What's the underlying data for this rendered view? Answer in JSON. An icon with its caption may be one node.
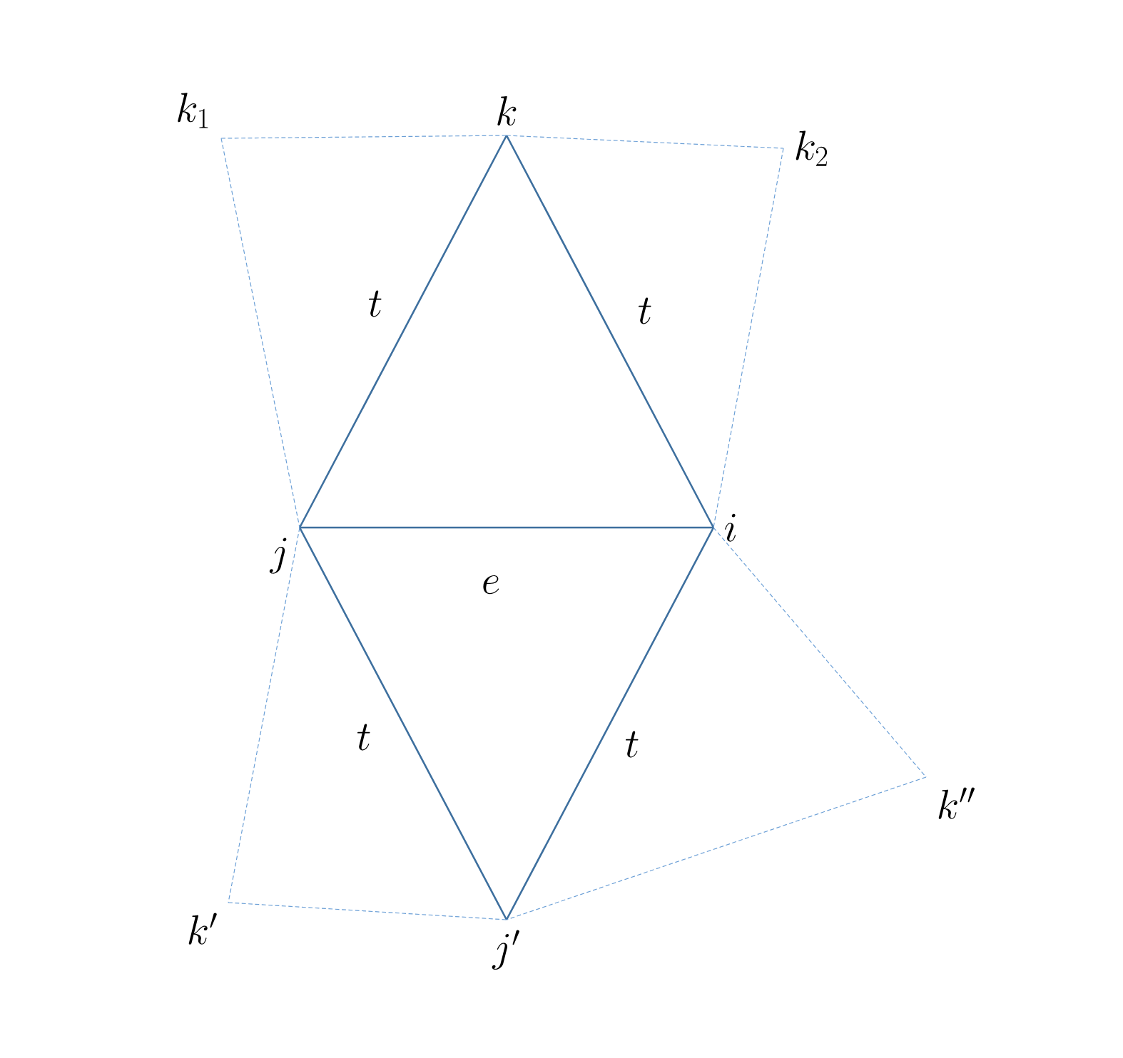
{
  "diagram": {
    "nodes": [
      {
        "text": [
          "k"
        ]
      },
      {
        "text": [
          "k_1"
        ]
      },
      {
        "text": [
          "k_2"
        ]
      },
      {
        "text": [
          "j"
        ]
      },
      {
        "text": [
          "i"
        ]
      },
      {
        "text": [
          "j'"
        ]
      },
      {
        "text": [
          "k'"
        ]
      },
      {
        "text": [
          "k''"
        ]
      }
    ],
    "edges": [
      {
        "from": 0,
        "to": 3,
        "arrow": "none"
      },
      {
        "from": 0,
        "to": 4,
        "arrow": "none"
      },
      {
        "from": 3,
        "to": 4,
        "arrow": "none"
      },
      {
        "from": 3,
        "to": 5,
        "arrow": "none"
      },
      {
        "from": 4,
        "to": 5,
        "arrow": "none"
      },
      {
        "from": 1,
        "to": 0,
        "arrow": "none",
        "style": "dashed",
        "color": "#6b9fd6"
      },
      {
        "from": 0,
        "to": 2,
        "arrow": "none",
        "style": "dashed",
        "color": "#6b9fd6"
      },
      {
        "from": 1,
        "to": 3,
        "arrow": "none",
        "style": "dashed",
        "color": "#6b9fd6"
      },
      {
        "from": 2,
        "to": 4,
        "arrow": "none",
        "style": "dashed",
        "color": "#6b9fd6"
      },
      {
        "from": 3,
        "to": 6,
        "arrow": "none",
        "style": "dashed",
        "color": "#6b9fd6"
      },
      {
        "from": 6,
        "to": 5,
        "arrow": "none",
        "style": "dashed",
        "color": "#6b9fd6"
      },
      {
        "from": 4,
        "to": 7,
        "arrow": "none",
        "style": "dashed",
        "color": "#6b9fd6"
      },
      {
        "from": 7,
        "to": 5,
        "arrow": "none",
        "style": "dashed",
        "color": "#6b9fd6"
      }
    ],
    "labels": [
      "t",
      "t",
      "e",
      "t",
      "t"
    ]
  }
}
